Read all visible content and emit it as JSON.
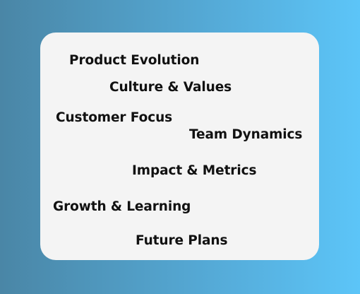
{
  "topics": [
    "Product Evolution",
    "Culture & Values",
    "Customer Focus",
    "Team Dynamics",
    "Impact & Metrics",
    "Growth & Learning",
    "Future Plans"
  ]
}
